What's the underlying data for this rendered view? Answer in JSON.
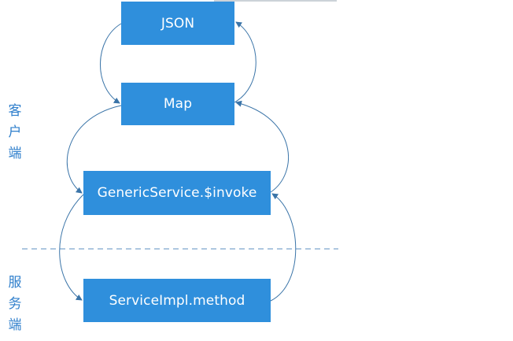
{
  "diagram": {
    "nodes": {
      "json": "JSON",
      "map": "Map",
      "generic_invoke": "GenericService.$invoke",
      "service_impl": "ServiceImpl.method"
    },
    "labels": {
      "client": [
        "客",
        "户",
        "端"
      ],
      "server": [
        "服",
        "务",
        "端"
      ]
    }
  },
  "colors": {
    "box_fill": "#2f8fdc",
    "box_text": "#ffffff",
    "arrow": "#3a74a8",
    "divider": "#5b8fc0",
    "label_text": "#2f7fcc"
  }
}
